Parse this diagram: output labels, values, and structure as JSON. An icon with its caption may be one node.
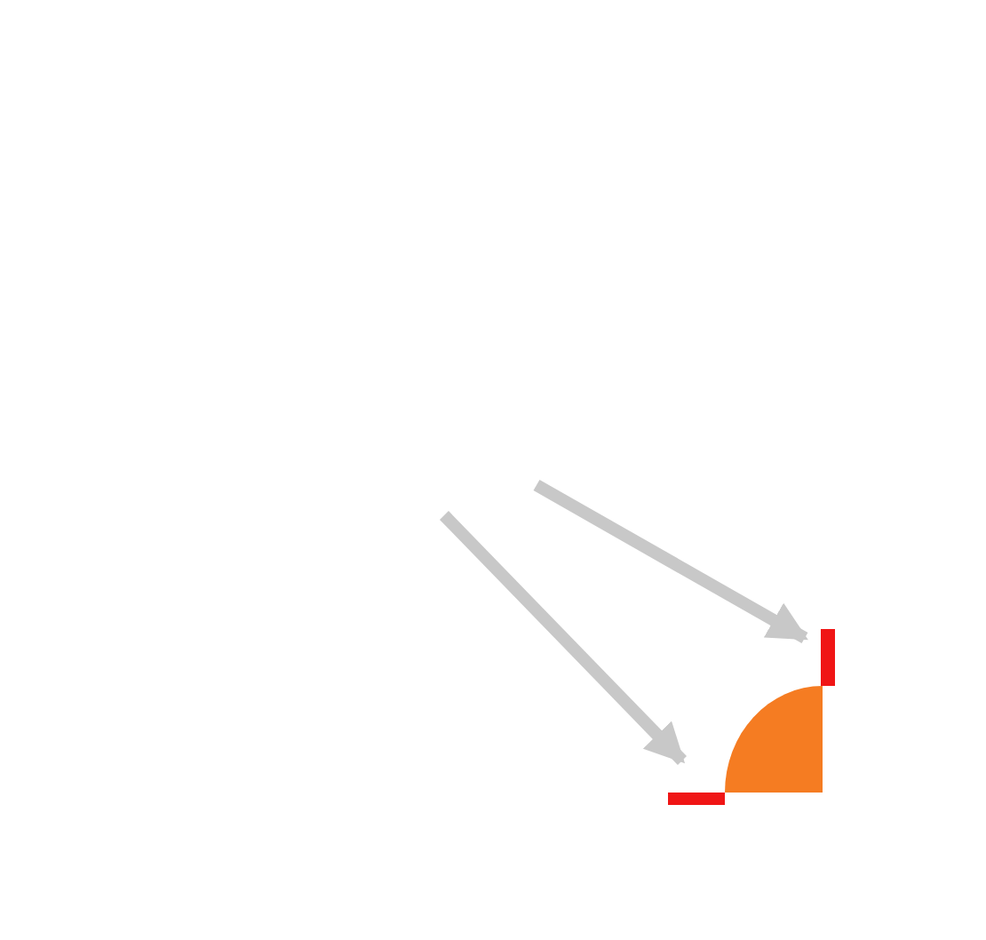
{
  "diagram": {
    "nodes": [
      {
        "text": [],
        "shape": "bar"
      },
      {
        "text": [],
        "shape": "sector"
      },
      {
        "text": [],
        "shape": "bar"
      }
    ],
    "edges": [
      {
        "from": null,
        "to": 0,
        "arrow": "to"
      },
      {
        "from": null,
        "to": 2,
        "arrow": "to"
      }
    ]
  }
}
